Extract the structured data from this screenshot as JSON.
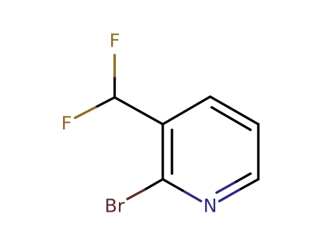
{
  "molecule": {
    "atoms": {
      "F_top": {
        "symbol": "F",
        "color": "#8a6d1f"
      },
      "F_left": {
        "symbol": "F",
        "color": "#8a6d1f"
      },
      "Br": {
        "symbol": "Br",
        "color": "#5a2d2d"
      },
      "N": {
        "symbol": "N",
        "color": "#2e2a7a"
      }
    },
    "bond_colors": {
      "carbon": "#000000",
      "fluorine": "#8a6d1f",
      "bromine": "#5a2d2d",
      "nitrogen": "#2e2a7a"
    }
  }
}
